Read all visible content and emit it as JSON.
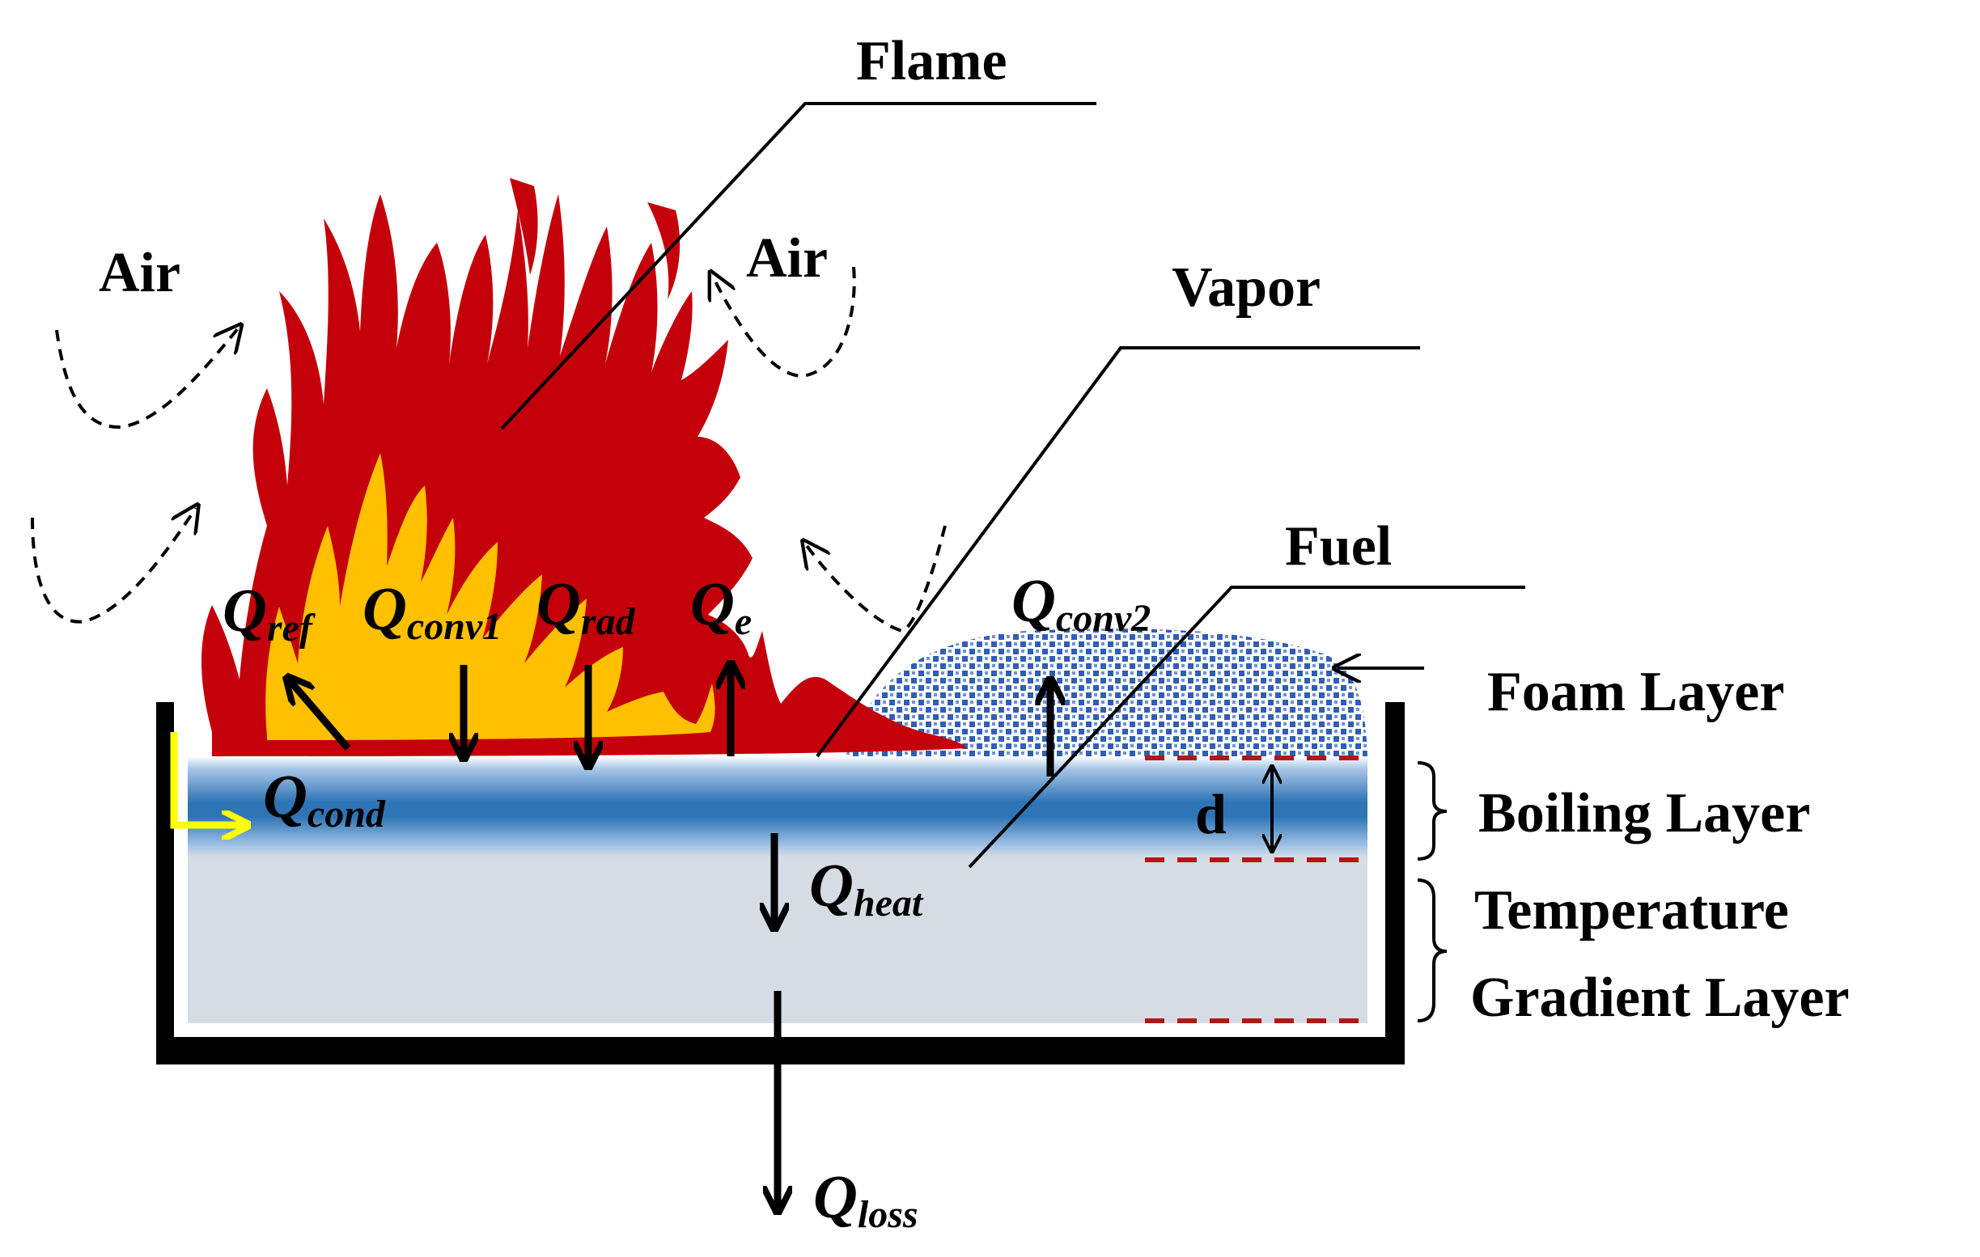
{
  "labels": {
    "flame": "Flame",
    "air_left": "Air",
    "air_right": "Air",
    "vapor": "Vapor",
    "fuel": "Fuel",
    "foam_layer": "Foam Layer",
    "boiling_layer": "Boiling Layer",
    "temperature": "Temperature",
    "gradient_layer": "Gradient Layer",
    "d": "d"
  },
  "heat_terms": {
    "q_ref": {
      "main": "Q",
      "sub": "ref"
    },
    "q_conv1": {
      "main": "Q",
      "sub": "conv1"
    },
    "q_rad": {
      "main": "Q",
      "sub": "rad"
    },
    "q_e": {
      "main": "Q",
      "sub": "e"
    },
    "q_conv2": {
      "main": "Q",
      "sub": "conv2"
    },
    "q_cond": {
      "main": "Q",
      "sub": "cond"
    },
    "q_heat": {
      "main": "Q",
      "sub": "heat"
    },
    "q_loss": {
      "main": "Q",
      "sub": "loss"
    }
  },
  "colors": {
    "flame_outer": "#c4000b",
    "flame_inner": "#ffc000",
    "boiling_layer": "#2e75b6",
    "gradient_layer": "#d6dce4",
    "foam": "#2f5eb5",
    "cond_arrow": "#ffff00",
    "boundary_dash": "#b01818"
  }
}
